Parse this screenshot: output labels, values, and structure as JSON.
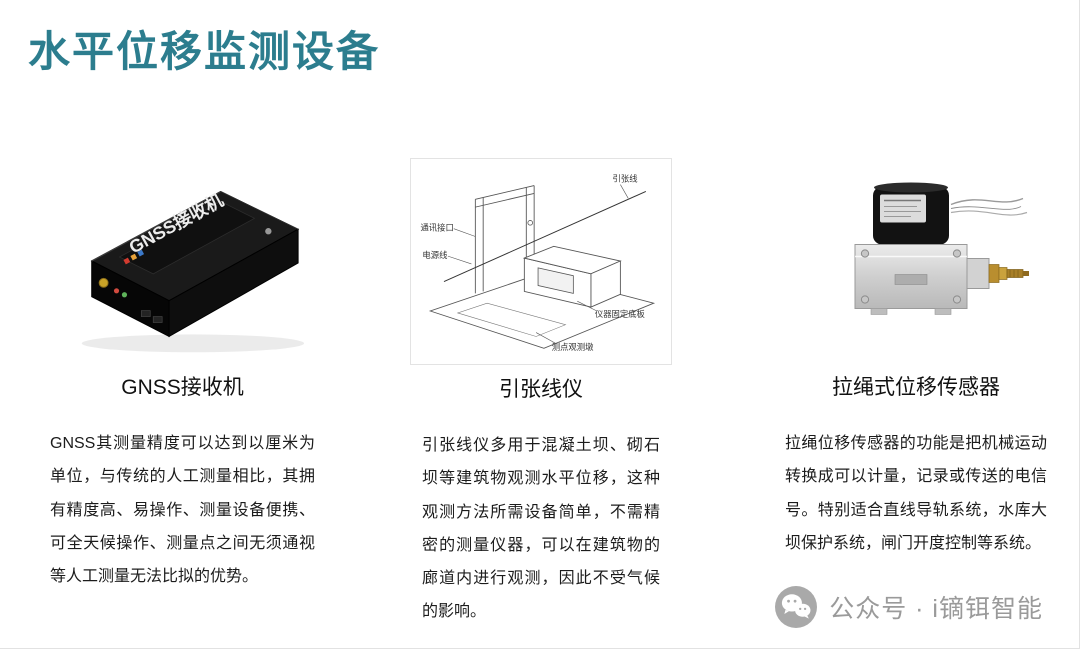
{
  "page": {
    "title": "水平位移监测设备",
    "accent_color": "#2c7d8e"
  },
  "products": [
    {
      "name": "GNSS接收机",
      "image_label": "GNSS接收机",
      "description": "GNSS其测量精度可以达到以厘米为单位，与传统的人工测量相比，其拥有精度高、易操作、测量设备便携、可全天候操作、测量点之间无须通视等人工测量无法比拟的优势。"
    },
    {
      "name": "引张线仪",
      "diagram_labels": [
        "通讯接口",
        "电源线",
        "引张线",
        "仪器固定底板",
        "测点观测墩"
      ],
      "description": "引张线仪多用于混凝土坝、砌石坝等建筑物观测水平位移，这种观测方法所需设备简单，不需精密的测量仪器，可以在建筑物的廊道内进行观测，因此不受气候的影响。"
    },
    {
      "name": "拉绳式位移传感器",
      "description": "拉绳位移传感器的功能是把机械运动转换成可以计量，记录或传送的电信号。特别适合直线导轨系统，水库大坝保护系统，闸门开度控制等系统。"
    }
  ],
  "footer": {
    "wechat_label": "公众号 · i镝铒智能",
    "wechat_icon": "wechat-icon"
  }
}
